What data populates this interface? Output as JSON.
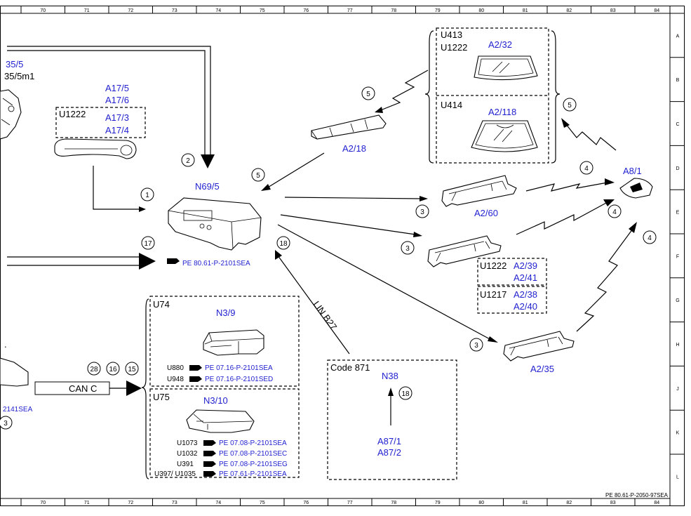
{
  "ruler": {
    "columns": [
      "70",
      "71",
      "72",
      "73",
      "74",
      "75",
      "76",
      "77",
      "78",
      "79",
      "80",
      "81",
      "82",
      "83",
      "84"
    ],
    "rows": [
      "A",
      "B",
      "C",
      "D",
      "E",
      "F",
      "G",
      "H",
      "J",
      "K",
      "L"
    ]
  },
  "labels": {
    "left_top_1": "35/5",
    "left_top_2": "35/5m1",
    "a17_1": "A17/5",
    "a17_2": "A17/6",
    "u1222_door": "U1222",
    "a17_3": "A17/3",
    "a17_4": "A17/4",
    "n69_5": "N69/5",
    "ref_n69": "PE 80.61-P-2101SEA",
    "a2_18": "A2/18",
    "u413": "U413",
    "u1222_win": "U1222",
    "a2_32": "A2/32",
    "u414": "U414",
    "a2_118": "A2/118",
    "a8_1": "A8/1",
    "a2_60": "A2/60",
    "u1222_b": "U1222",
    "a2_39": "A2/39",
    "a2_41": "A2/41",
    "u1217": "U1217",
    "a2_38": "A2/38",
    "a2_40": "A2/40",
    "a2_35": "A2/35",
    "lin_b27": "LIN B27",
    "u74": "U74",
    "n3_9": "N3/9",
    "u880": "U880",
    "u880_ref": "PE 07.16-P-2101SEA",
    "u948": "U948",
    "u948_ref": "PE 07.16-P-2101SED",
    "u75": "U75",
    "n3_10": "N3/10",
    "u1073": "U1073",
    "u1073_ref": "PE 07.08-P-2101SEA",
    "u1032": "U1032",
    "u1032_ref": "PE 07.08-P-2101SEC",
    "u391": "U391",
    "u391_ref": "PE 07.08-P-2101SEG",
    "u397": "U397/ U1035",
    "u397_ref": "PE 07.61-P-2101SEA",
    "code871": "Code 871",
    "n38": "N38",
    "a87_1": "A87/1",
    "a87_2": "A87/2",
    "can_c": "CAN C",
    "left_ref": "2141SEA",
    "footer_ref": "PE 80.61-P-2050-97SEA"
  },
  "callouts": {
    "c1": "1",
    "c2": "2",
    "c3a": "3",
    "c3b": "3",
    "c3c": "3",
    "c4a": "4",
    "c4b": "4",
    "c4c": "4",
    "c5a": "5",
    "c5b": "5",
    "c5c": "5",
    "c17": "17",
    "c18a": "18",
    "c18b": "18",
    "c28": "28",
    "c16": "16",
    "c15": "15",
    "c3left": "3"
  }
}
